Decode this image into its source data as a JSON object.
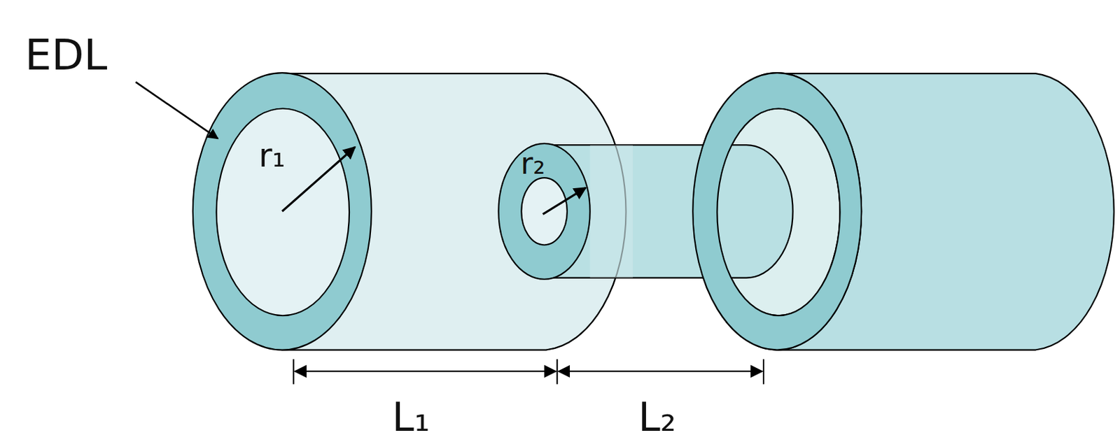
{
  "diagram": {
    "labels": [
      "EDL",
      "r₁",
      "r₂",
      "L₁",
      "L₂"
    ]
  }
}
